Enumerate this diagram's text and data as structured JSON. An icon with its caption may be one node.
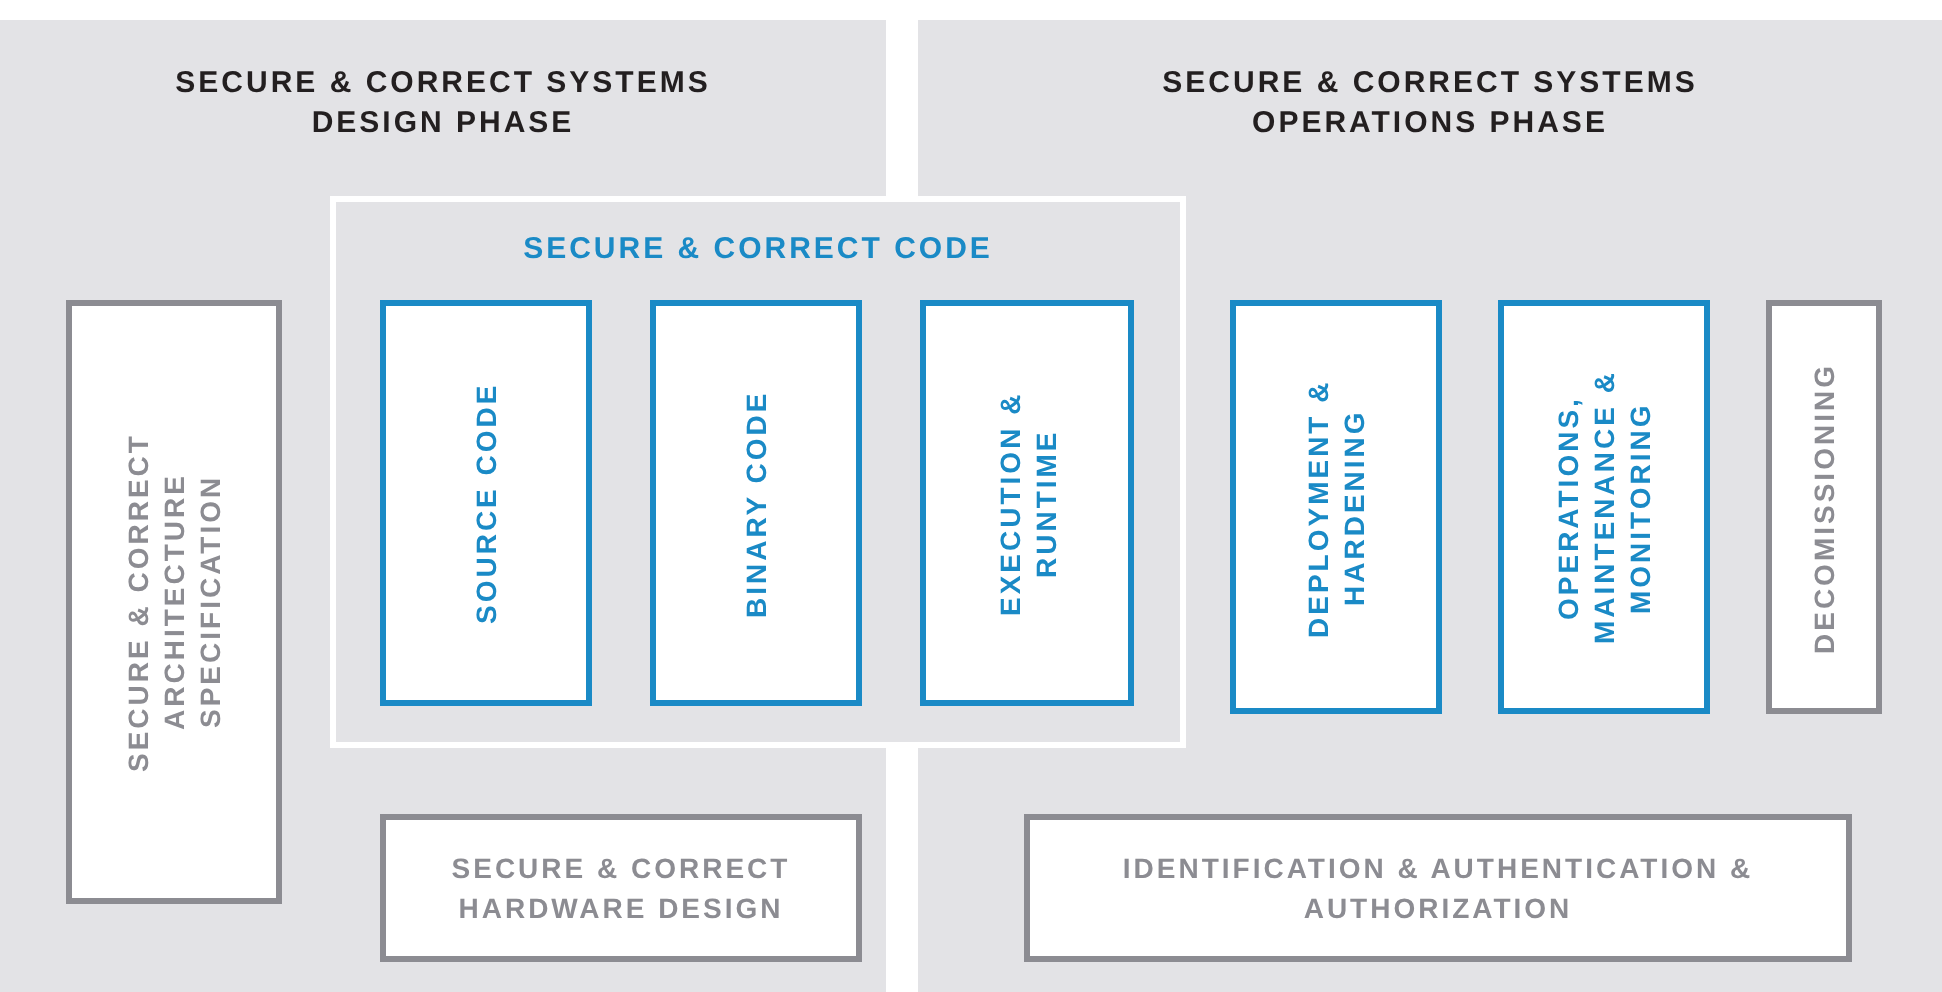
{
  "diagram": {
    "nodes": [
      {
        "text": [
          "SECURE & CORRECT SYSTEMS DESIGN PHASE"
        ]
      },
      {
        "text": [
          "SECURE & CORRECT SYSTEMS OPERATIONS PHASE"
        ]
      },
      {
        "text": [
          "SECURE & CORRECT CODE"
        ]
      },
      {
        "text": [
          "SECURE & CORRECT ARCHITECTURE SPECIFICATION"
        ],
        "in": 0
      },
      {
        "text": [
          "SOURCE CODE"
        ]
      },
      {
        "text": [
          "BINARY CODE"
        ]
      },
      {
        "text": [
          "EXECUTION & RUNTIME"
        ]
      },
      {
        "text": [
          "DEPLOYMENT & HARDENING"
        ],
        "in": 1
      },
      {
        "text": [
          "OPERATIONS, MAINTENANCE & MONITORING"
        ],
        "in": 1
      },
      {
        "text": [
          "DECOMISSIONING"
        ],
        "in": 1
      },
      {
        "text": [
          "SECURE & CORRECT HARDWARE DESIGN"
        ],
        "in": 0
      },
      {
        "text": [
          "IDENTIFICATION & AUTHENTICATION & AUTHORIZATION"
        ],
        "in": 1
      }
    ]
  }
}
